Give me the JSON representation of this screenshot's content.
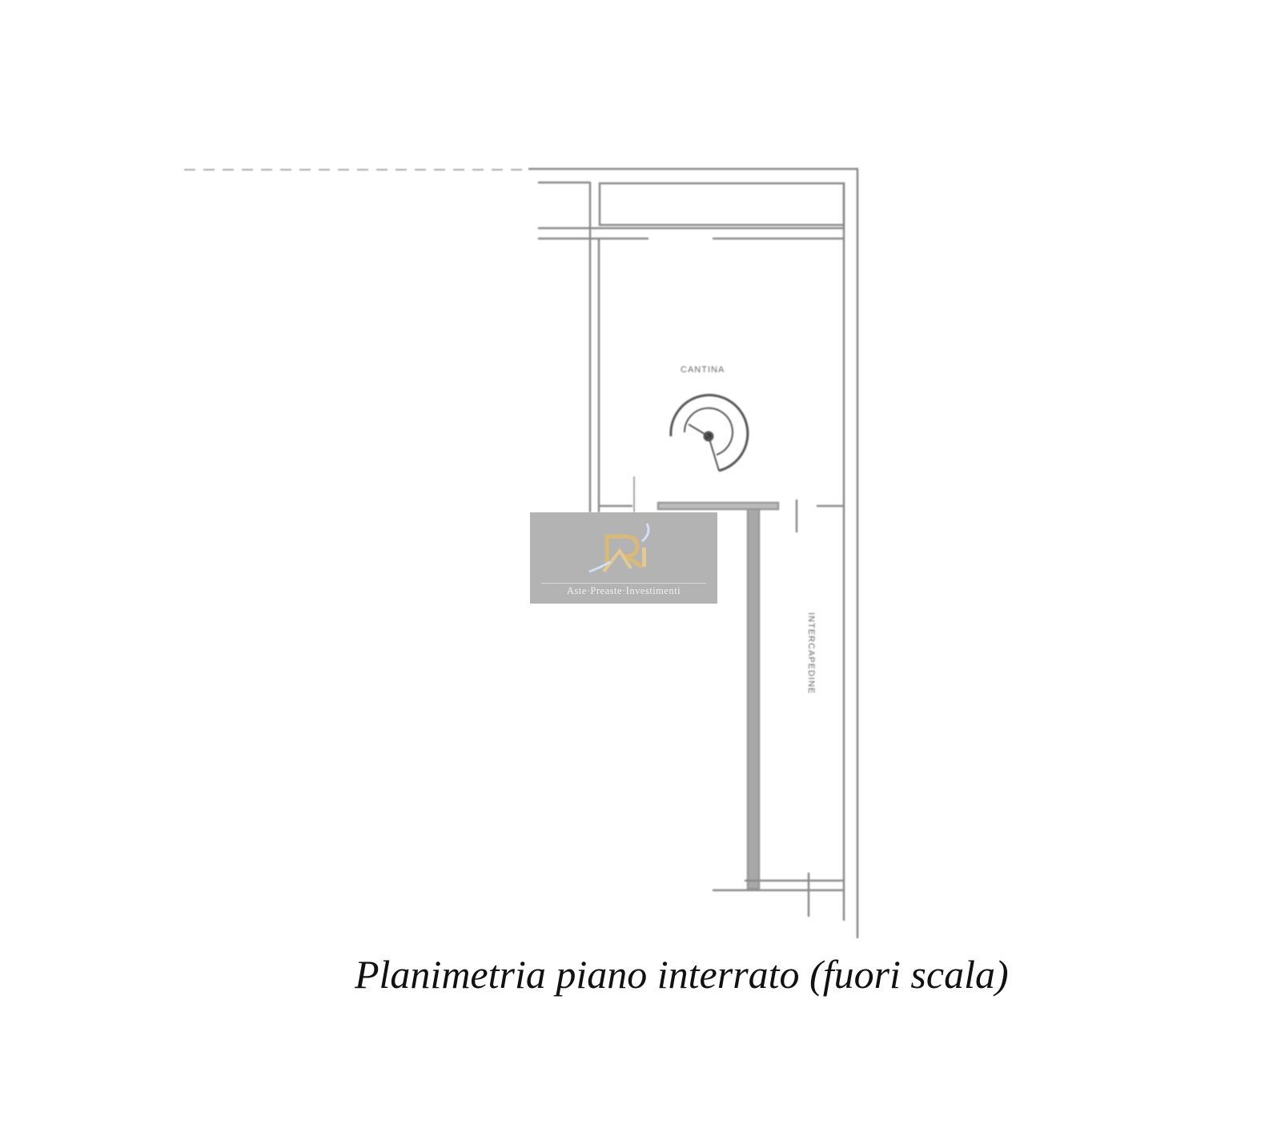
{
  "plan": {
    "room_labels": {
      "cantina": "CANTINA",
      "intercapedine": "INTERCAPEDINE"
    },
    "colors": {
      "wall": "#8a8a8a",
      "thick_wall": "#a8a8a8"
    }
  },
  "watermark": {
    "logo_letters": "RI",
    "text": "Aste·Preaste·Investimenti"
  },
  "caption": "Planimetria piano interrato (fuori scala)"
}
